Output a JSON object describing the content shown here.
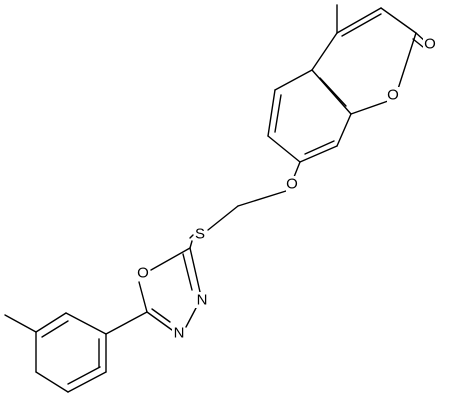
{
  "atoms": [
    {
      "id": "S1",
      "label": "S"
    },
    {
      "id": "O_ether",
      "label": "O"
    },
    {
      "id": "O_ring_lactone",
      "label": "O"
    },
    {
      "id": "O_carbonyl",
      "label": "O"
    },
    {
      "id": "O_oxadiazole",
      "label": "O"
    },
    {
      "id": "N3",
      "label": "N"
    },
    {
      "id": "N4",
      "label": "N"
    }
  ],
  "colors": {
    "bond": "#000000",
    "background": "#ffffff"
  }
}
